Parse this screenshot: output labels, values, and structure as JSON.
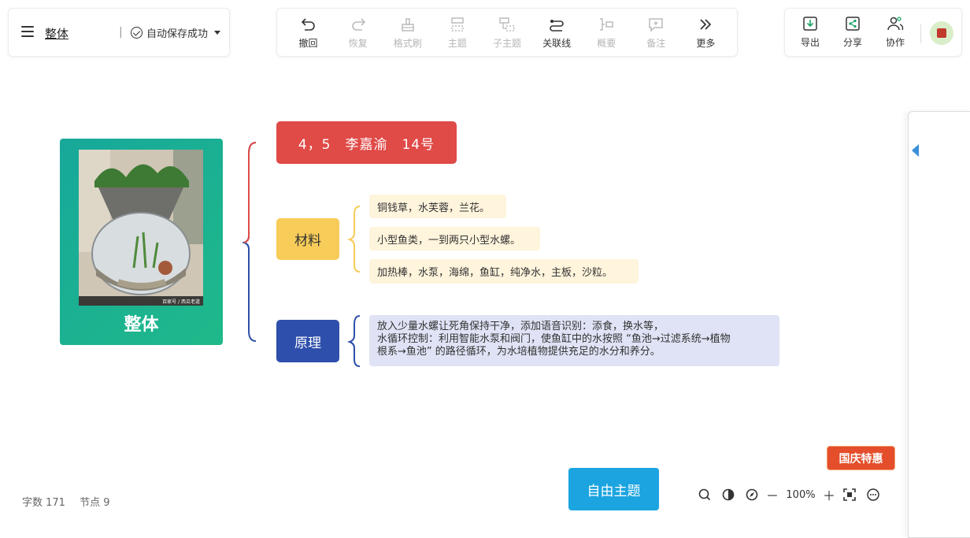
{
  "doc": {
    "title": "整体",
    "separator": "|",
    "save_status": "自动保存成功"
  },
  "toolbar": {
    "undo": "撤回",
    "redo": "恢复",
    "format_brush": "格式刷",
    "topic": "主题",
    "subtopic": "子主题",
    "relation": "关联线",
    "summary": "概要",
    "note": "备注",
    "more": "更多"
  },
  "right": {
    "export": "导出",
    "share": "分享",
    "collab": "协作"
  },
  "mindmap": {
    "root": "整体",
    "photo_watermark": "百家号 / 西瓜老道",
    "node_info": "4，5　李嘉渝　14号",
    "node_material": "材料",
    "materials": [
      "铜钱草，水芙蓉，兰花。",
      "小型鱼类，一到两只小型水螺。",
      "加热棒，水泵，海绵，鱼缸，纯净水，主板，沙粒。"
    ],
    "node_principle": "原理",
    "principle_lines": [
      "放入少量水螺让死角保持干净，添加语音识别：添食，换水等，",
      "水循环控制：利用智能水泵和阀门，使鱼缸中的水按照 “鱼池→过滤系统→植物",
      "根系→鱼池” 的路径循环，为水培植物提供充足的水分和养分。"
    ]
  },
  "stats": {
    "words": "字数 171",
    "nodes": "节点 9"
  },
  "free_topic": "自由主题",
  "promo": "国庆特惠",
  "zoom": {
    "minus": "－",
    "level": "100%",
    "plus": "＋"
  },
  "colors": {
    "root": "#17a89a",
    "info": "#e04a47",
    "material": "#f7cc58",
    "principle": "#2e4fab",
    "accent": "#1ba4e0"
  }
}
